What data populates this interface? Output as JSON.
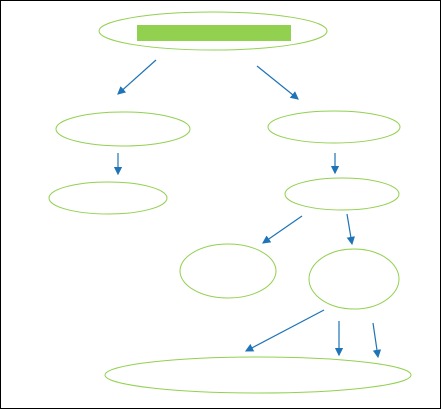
{
  "colors": {
    "node_stroke": "#92d050",
    "title_fill": "#92d050",
    "arrow": "#1f73b7",
    "frame": "#000000",
    "background": "#ffffff"
  },
  "diagram": {
    "type": "tree-flowchart",
    "nodes": [
      {
        "id": "root",
        "text": "",
        "has_filled_label": true
      },
      {
        "id": "left-1",
        "text": ""
      },
      {
        "id": "left-2",
        "text": ""
      },
      {
        "id": "right-1",
        "text": ""
      },
      {
        "id": "right-2",
        "text": ""
      },
      {
        "id": "right-2a",
        "text": ""
      },
      {
        "id": "right-2b",
        "text": ""
      },
      {
        "id": "bottom",
        "text": ""
      }
    ],
    "edges": [
      {
        "from": "root",
        "to": "left-1"
      },
      {
        "from": "root",
        "to": "right-1"
      },
      {
        "from": "left-1",
        "to": "left-2"
      },
      {
        "from": "right-1",
        "to": "right-2"
      },
      {
        "from": "right-2",
        "to": "right-2a"
      },
      {
        "from": "right-2",
        "to": "right-2b"
      },
      {
        "from": "right-2b",
        "to": "bottom"
      },
      {
        "from": "right-2b",
        "to": "bottom"
      },
      {
        "from": "right-2b",
        "to": "bottom"
      }
    ]
  }
}
